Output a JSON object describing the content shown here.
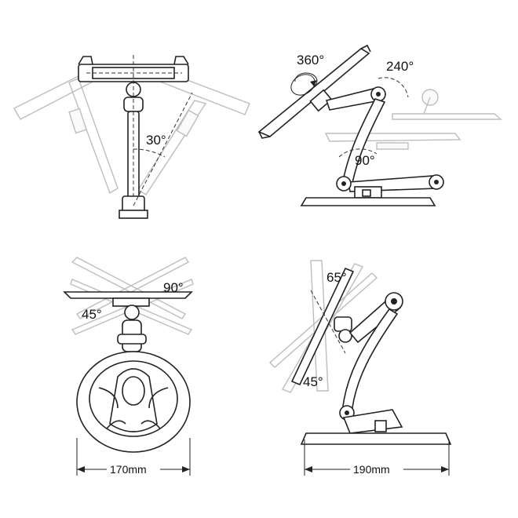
{
  "panels": {
    "front_tilt": {
      "angle_label": "30°"
    },
    "side_rotate": {
      "rotation_label": "360°",
      "swivel_label": "240°",
      "arm_label": "90°"
    },
    "top_view": {
      "tilt_label_right": "90°",
      "tilt_label_left": "45°",
      "width_label": "170mm"
    },
    "side_tilt": {
      "upper_label": "65°",
      "lower_label": "45°",
      "depth_label": "190mm"
    }
  }
}
